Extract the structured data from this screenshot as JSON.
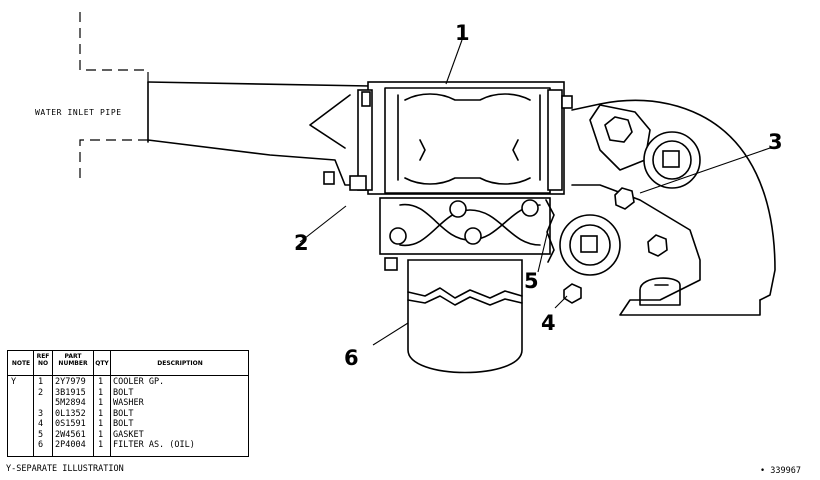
{
  "diagram": {
    "pipe_label": "WATER INLET PIPE",
    "callouts": [
      "1",
      "2",
      "3",
      "4",
      "5",
      "6"
    ]
  },
  "parts_table": {
    "headers": {
      "note": "NOTE",
      "ref_no": "REF NO",
      "part_number": "PART NUMBER",
      "qty": "QTY",
      "description": "DESCRIPTION"
    },
    "rows": [
      {
        "note": "Y",
        "ref": "1",
        "part": "2Y7979",
        "qty": "1",
        "desc": "COOLER GP."
      },
      {
        "note": "",
        "ref": "2",
        "part": "3B1915",
        "qty": "1",
        "desc": "BOLT"
      },
      {
        "note": "",
        "ref": "",
        "part": "5M2894",
        "qty": "1",
        "desc": "WASHER"
      },
      {
        "note": "",
        "ref": "3",
        "part": "0L1352",
        "qty": "1",
        "desc": "BOLT"
      },
      {
        "note": "",
        "ref": "4",
        "part": "0S1591",
        "qty": "1",
        "desc": "BOLT"
      },
      {
        "note": "",
        "ref": "5",
        "part": "2W4561",
        "qty": "1",
        "desc": "GASKET"
      },
      {
        "note": "",
        "ref": "6",
        "part": "2P4004",
        "qty": "1",
        "desc": "FILTER AS. (OIL)"
      }
    ]
  },
  "footnote": "Y-SEPARATE ILLUSTRATION",
  "image_id": "• 339967"
}
